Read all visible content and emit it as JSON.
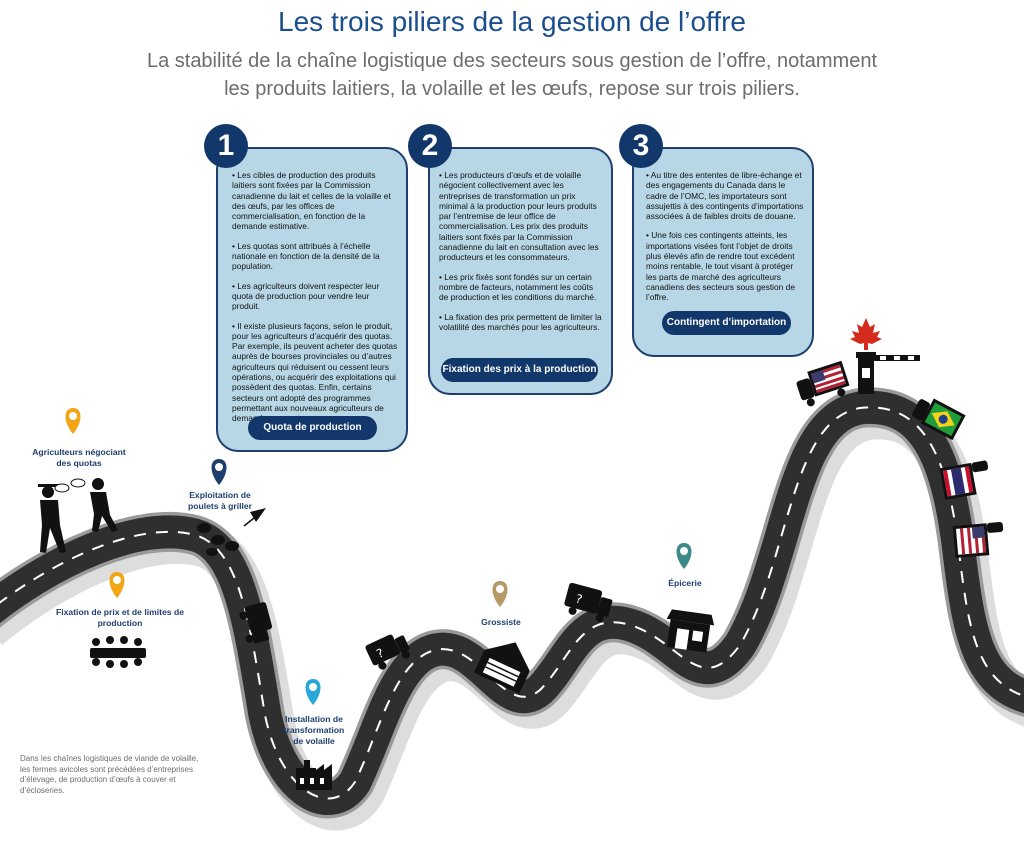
{
  "title": "Les trois piliers de la gestion de l’offre",
  "subtitle": {
    "line1": "La stabilité de la chaîne logistique des secteurs sous gestion de l’offre, notamment",
    "line2": "les produits laitiers, la volaille et les œufs, repose sur trois piliers."
  },
  "pillars": [
    {
      "number": "1",
      "paragraphs": [
        "• Les cibles de production des produits laitiers sont fixées par la Commission canadienne du lait et celles de la volaille et des œufs, par les offices de commercialisation, en fonction de la demande estimative.",
        "• Les quotas sont attribués à l’échelle nationale en fonction de la densité de la population.",
        "• Les agriculteurs doivent respecter leur quota de production pour vendre leur produit.",
        "• Il existe plusieurs façons, selon le produit, pour les agriculteurs d’acquérir des quotas. Par exemple, ils peuvent acheter des quotas auprès de bourses provinciales ou d’autres agriculteurs qui réduisent ou cessent leurs opérations, ou acquérir des exploitations qui possèdent des quotas. Enfin, certains secteurs ont adopté des programmes permettant aux nouveaux agriculteurs de demander un quota."
      ],
      "button": "Quota de production"
    },
    {
      "number": "2",
      "paragraphs": [
        "• Les producteurs d’œufs et de volaille négocient collectivement avec les entreprises de transformation un prix minimal à la production pour leurs produits par l’entremise de leur office de commercialisation. Les prix des produits laitiers sont fixés par la Commission canadienne du lait en consultation avec les producteurs et les consommateurs.",
        "• Les prix fixés sont fondés sur un certain nombre de facteurs, notamment les coûts de production et les conditions du marché.",
        "• La fixation des prix permettent de limiter la volatilité des marchés pour les agriculteurs."
      ],
      "button": "Fixation des prix à la production"
    },
    {
      "number": "3",
      "paragraphs": [
        "• Au titre des ententes de libre-échange et des engagements du Canada dans le cadre de l’OMC, les importateurs sont assujettis à des contingents d’importations associées à de faibles droits de douane.",
        "• Une fois ces contingents atteints, les importations visées font l’objet de droits plus élevés afin de rendre tout excédent moins rentable, le tout visant à protéger les parts de marché des agriculteurs canadiens des secteurs sous gestion de l’offre."
      ],
      "button": "Contingent d’importation"
    }
  ],
  "stops": {
    "farmers": "Agriculteurs négociant des quotas",
    "broiler_farm": "Exploitation de poulets à griller",
    "price_setting": "Fixation de prix et de limites de production",
    "processing_plant": "Installation de transformation de volaille",
    "wholesaler": "Grossiste",
    "grocery": "Épicerie"
  },
  "footnote": "Dans les chaînes logistiques de viande de volaille, les fermes avicoles sont précédées d’entreprises d’élevage, de production d’œufs à couver et d’écloseries.",
  "icons": {
    "pin_colors": {
      "farmers": "#f2a516",
      "broiler_farm": "#1e3f6e",
      "price_setting": "#f2a516",
      "processing_plant": "#29a8d8",
      "wholesaler": "#b59a66",
      "grocery": "#3a8a8a"
    }
  },
  "colors": {
    "title": "#1b4e8c",
    "box_fill": "#b7d7e6",
    "dark_blue": "#12386b",
    "road": "#2f2f2f"
  }
}
